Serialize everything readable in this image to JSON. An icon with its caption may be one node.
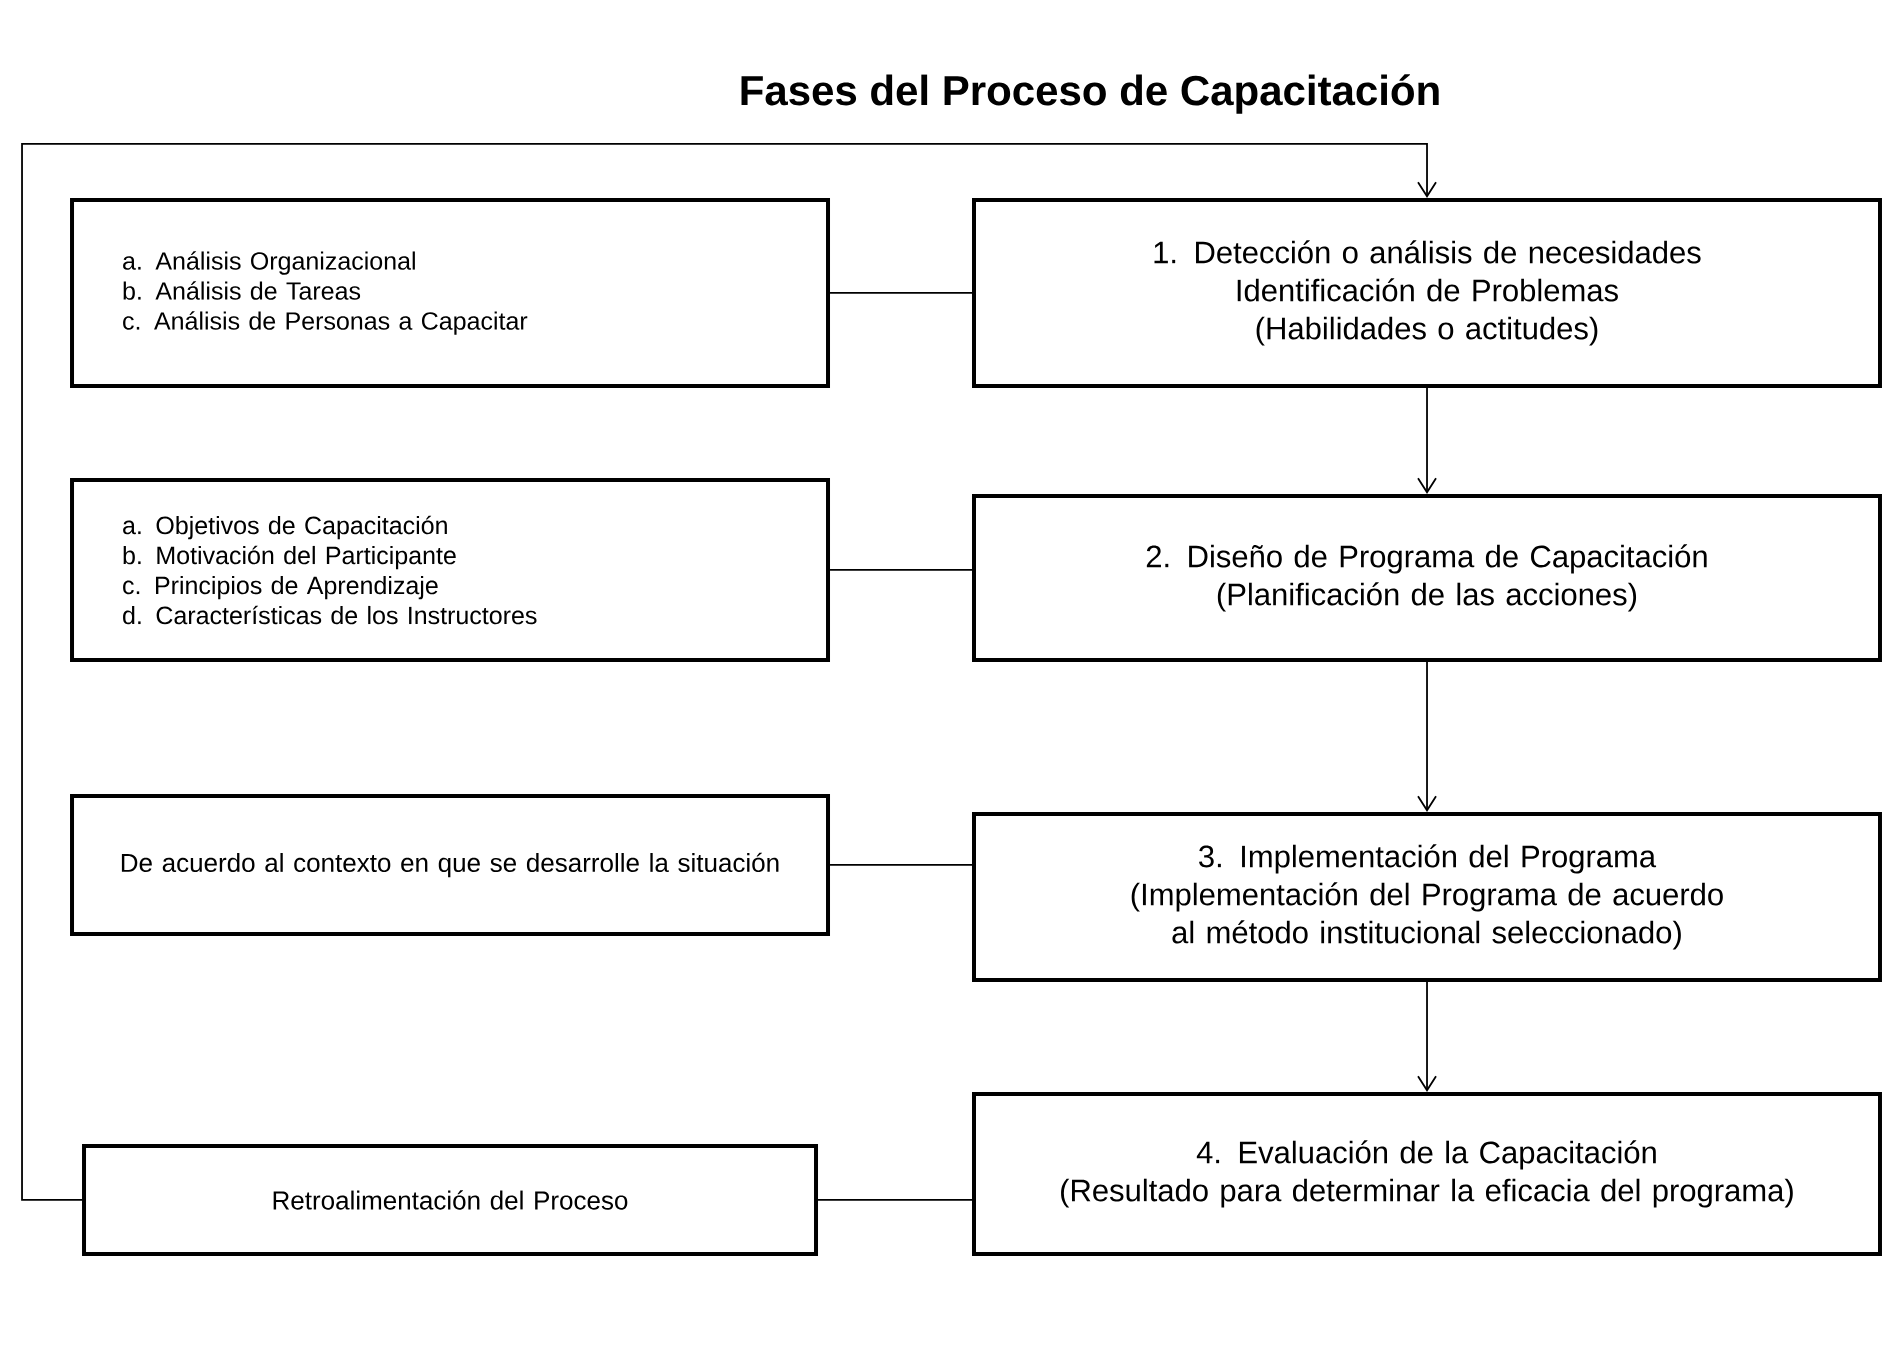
{
  "diagram": {
    "title": "Fases del Proceso de Capacitación",
    "nodes": [
      {
        "text": [
          "a. Análisis Organizacional",
          "b. Análisis de Tareas",
          "c. Análisis de Personas a Capacitar"
        ]
      },
      {
        "text": [
          "1. Detección o análisis de necesidades",
          "Identificación de Problemas",
          "(Habilidades o actitudes)"
        ]
      },
      {
        "text": [
          "a. Objetivos de Capacitación",
          "b. Motivación del Participante",
          "c. Principios de Aprendizaje",
          "d. Características de los Instructores"
        ]
      },
      {
        "text": [
          "2. Diseño de Programa de Capacitación",
          "(Planificación de las acciones)"
        ]
      },
      {
        "text": [
          "De acuerdo al contexto en que se desarrolle la situación"
        ]
      },
      {
        "text": [
          "3. Implementación del Programa",
          "(Implementación del Programa de acuerdo al método institucional seleccionado)"
        ]
      },
      {
        "text": [
          "Retroalimentación del Proceso"
        ]
      },
      {
        "text": [
          "4. Evaluación de la Capacitación",
          "(Resultado para determinar la eficacia del programa)"
        ]
      }
    ],
    "edges": [
      {
        "from": 0,
        "to": 1,
        "arrow": "none"
      },
      {
        "from": 2,
        "to": 3,
        "arrow": "none"
      },
      {
        "from": 4,
        "to": 5,
        "arrow": "none"
      },
      {
        "from": 6,
        "to": 7,
        "arrow": "none"
      },
      {
        "from": 1,
        "to": 3,
        "arrow": "to"
      },
      {
        "from": 3,
        "to": 5,
        "arrow": "to"
      },
      {
        "from": 5,
        "to": 7,
        "arrow": "to"
      },
      {
        "from": 6,
        "to": 1,
        "arrow": "to"
      }
    ]
  }
}
